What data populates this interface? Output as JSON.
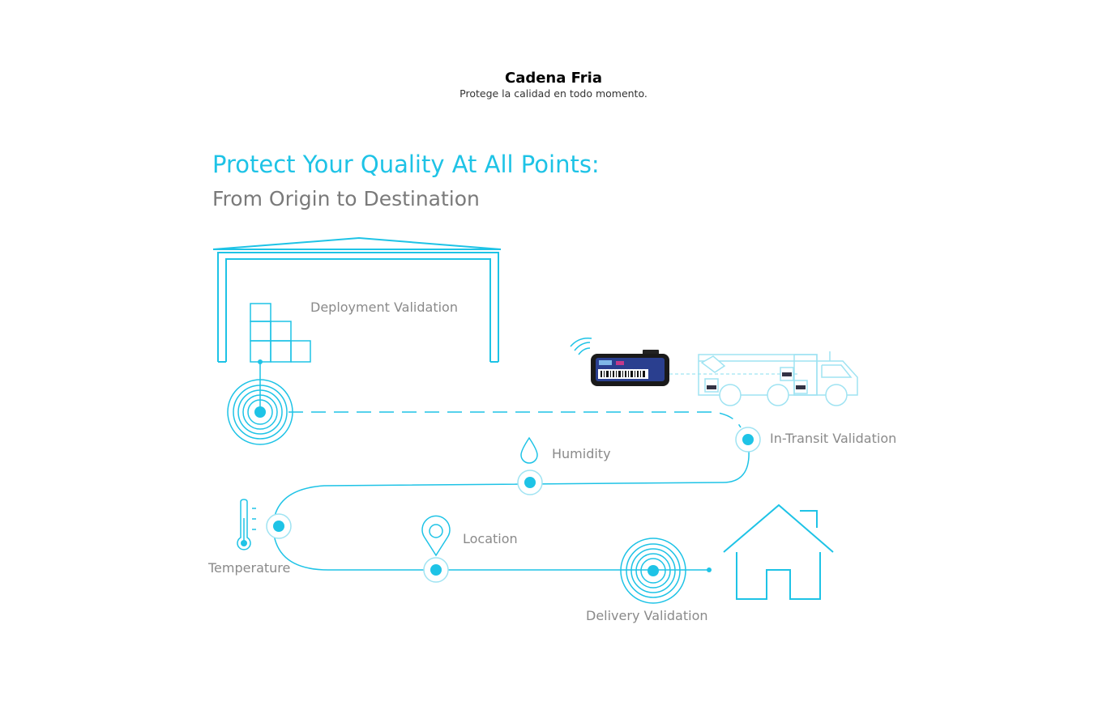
{
  "header": {
    "title": "Cadena Fria",
    "subtitle": "Protege la calidad en todo momento."
  },
  "diagram": {
    "headline": "Protect Your Quality At All Points:",
    "subheadline": "From Origin to Destination",
    "labels": {
      "deployment": "Deployment Validation",
      "humidity": "Humidity",
      "in_transit": "In-Transit Validation",
      "temperature": "Temperature",
      "location": "Location",
      "delivery": "Delivery Validation"
    },
    "colors": {
      "accent": "#1ec3e6",
      "light_accent": "#9fe3f2",
      "label_gray": "#8a8a8a"
    },
    "icons": [
      "warehouse-icon",
      "boxes-icon",
      "wifi-signal-icon",
      "tracker-device-icon",
      "truck-icon",
      "droplet-icon",
      "thermometer-icon",
      "location-pin-icon",
      "house-icon"
    ]
  }
}
